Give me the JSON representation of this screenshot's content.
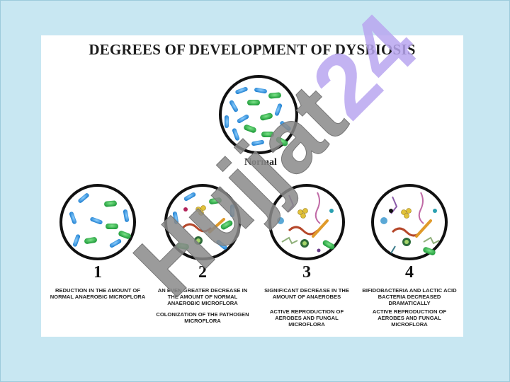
{
  "title": "DEGREES OF DEVELOPMENT OF DYSBIOSIS",
  "normal_label": "Normal",
  "stages": [
    {
      "number": "1",
      "caption_1": "REDUCTION IN THE AMOUNT OF NORMAL ANAEROBIC MICROFLORA",
      "caption_2": ""
    },
    {
      "number": "2",
      "caption_1": "AN EVEN GREATER DECREASE IN THE AMOUNT OF NORMAL ANAEROBIC MICROFLORA",
      "caption_2": "COLONIZATION OF THE PATHOGEN MICROFLORA"
    },
    {
      "number": "3",
      "caption_1": "SIGNIFICANT DECREASE IN THE AMOUNT OF ANAEROBES",
      "caption_2": "ACTIVE REPRODUCTION OF AEROBES AND FUNGAL MICROFLORA"
    },
    {
      "number": "4",
      "caption_1": "BIFIDOBACTERIA AND LACTIC ACID BACTERIA DECREASED DRAMATICALLY",
      "caption_2": "ACTIVE REPRODUCTION OF AEROBES AND FUNGAL MICROFLORA"
    }
  ],
  "watermark": "Hujjat24",
  "colors": {
    "background": "#c8e7f2",
    "blue_bacteria": "#3a9ee0",
    "green_bacteria": "#2db34a",
    "watermark_gray": "#8a8a8a",
    "watermark_purple": "#b9a6f0"
  }
}
